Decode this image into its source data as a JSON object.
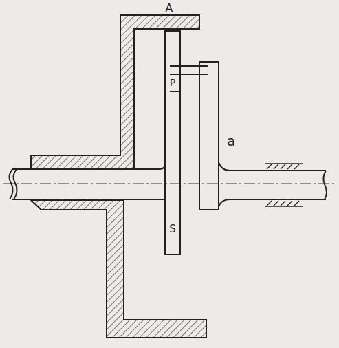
{
  "diagram": {
    "labels": [
      "A",
      "P",
      "a",
      "S"
    ]
  }
}
